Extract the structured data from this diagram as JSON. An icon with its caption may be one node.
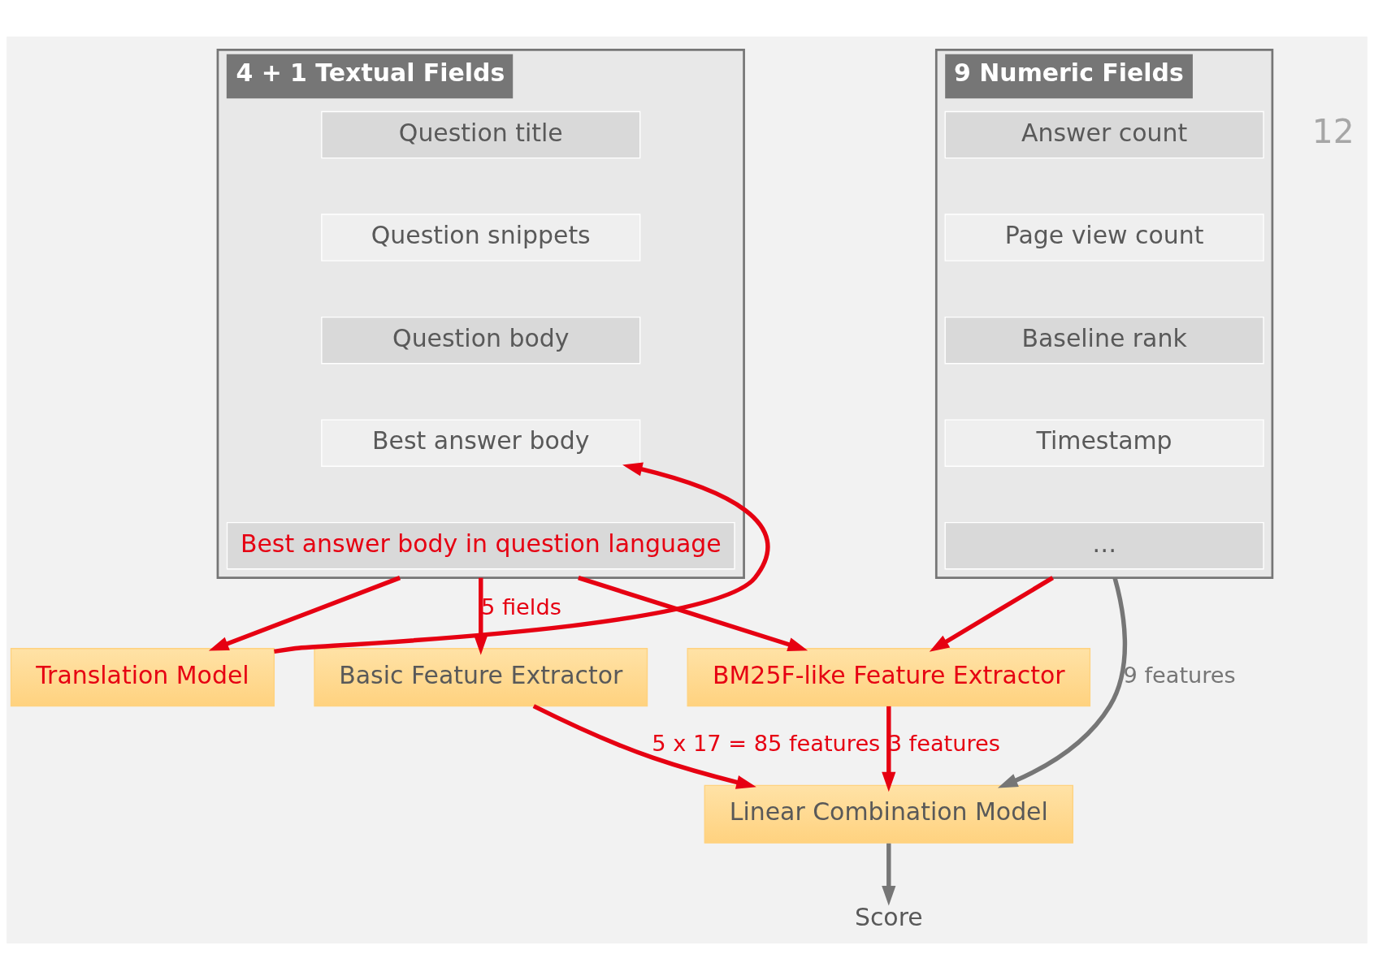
{
  "diagram": {
    "nodes": [
      {
        "text": [
          "4 + 1 Textual Fields"
        ]
      },
      {
        "text": [
          "Question title"
        ],
        "in": 0
      },
      {
        "text": [
          "Question snippets"
        ],
        "in": 0
      },
      {
        "text": [
          "Question body"
        ],
        "in": 0
      },
      {
        "text": [
          "Best answer body"
        ],
        "in": 0
      },
      {
        "text": [
          "Best answer body in question language"
        ],
        "in": 0
      },
      {
        "text": [
          "Translation Model"
        ]
      },
      {
        "text": [
          "9 Numeric Fields"
        ]
      },
      {
        "text": [
          "Answer count"
        ],
        "in": 7
      },
      {
        "text": [
          "Page view count"
        ],
        "in": 7
      },
      {
        "text": [
          "Baseline rank"
        ],
        "in": 7
      },
      {
        "text": [
          "Timestamp"
        ],
        "in": 7
      },
      {
        "text": [
          "…"
        ],
        "in": 7
      },
      {
        "text": [
          "Basic Feature Extractor"
        ]
      },
      {
        "text": [
          "BM25F-like Feature Extractor"
        ]
      },
      {
        "text": [
          "Linear Combination Model"
        ]
      },
      {
        "text": [
          "Score"
        ]
      }
    ],
    "edges": [
      {
        "from": 0,
        "to": 6,
        "arrow": "to"
      },
      {
        "from": 6,
        "to": 4,
        "arrow": "to"
      },
      {
        "from": 0,
        "to": 13,
        "arrow": "to",
        "label": "5 fields"
      },
      {
        "from": 0,
        "to": 14,
        "arrow": "to"
      },
      {
        "from": 7,
        "to": 14,
        "arrow": "to"
      },
      {
        "from": 7,
        "to": 15,
        "arrow": "to",
        "label": "9 features",
        "color": "#767676"
      },
      {
        "from": 13,
        "to": 15,
        "arrow": "to",
        "label": "5 x 17 = 85 features"
      },
      {
        "from": 14,
        "to": 15,
        "arrow": "to",
        "label": "3 features"
      },
      {
        "from": 15,
        "to": 16,
        "arrow": "to",
        "color": "#767676"
      }
    ],
    "labels": [
      "12"
    ]
  }
}
